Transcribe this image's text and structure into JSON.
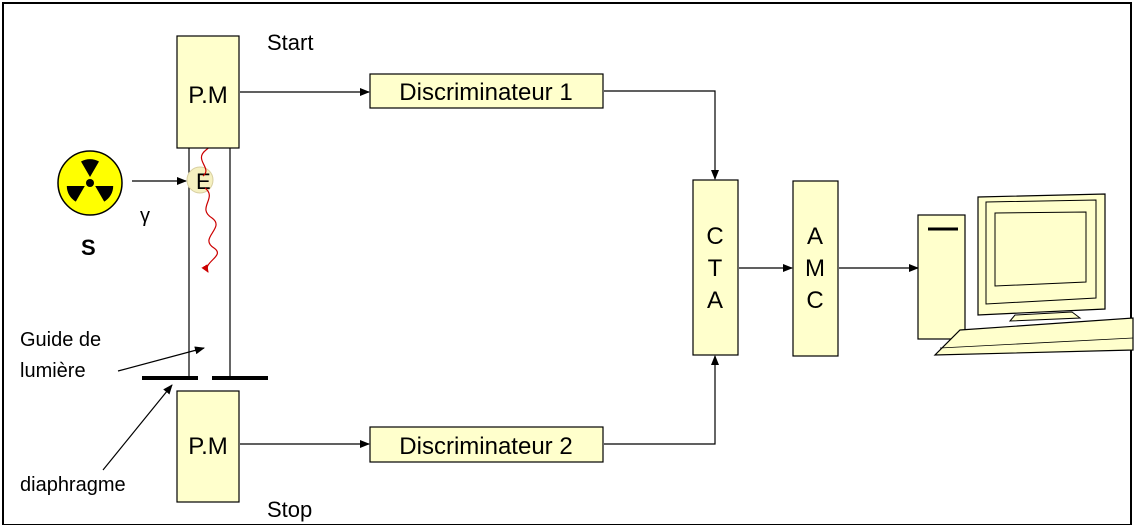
{
  "diagram": {
    "colors": {
      "box_fill": "#ffffcc",
      "stroke": "#000000",
      "frame": "#000000",
      "wave": "#cc0000",
      "source_fill": "#ffff00"
    },
    "labels": {
      "start": "Start",
      "stop": "Stop",
      "pm_top": "P.M",
      "pm_bottom": "P.M",
      "disc1": "Discriminateur 1",
      "disc2": "Discriminateur 2",
      "cta": [
        "C",
        "T",
        "A"
      ],
      "amc": [
        "A",
        "M",
        "C"
      ],
      "scintillator": "E",
      "gamma": "γ",
      "source": "S",
      "guide": [
        "Guide de",
        "lumière"
      ],
      "diaphragm": "diaphragme"
    },
    "icons": {
      "source": "radiation-trefoil-icon",
      "computer": "computer-icon"
    }
  }
}
